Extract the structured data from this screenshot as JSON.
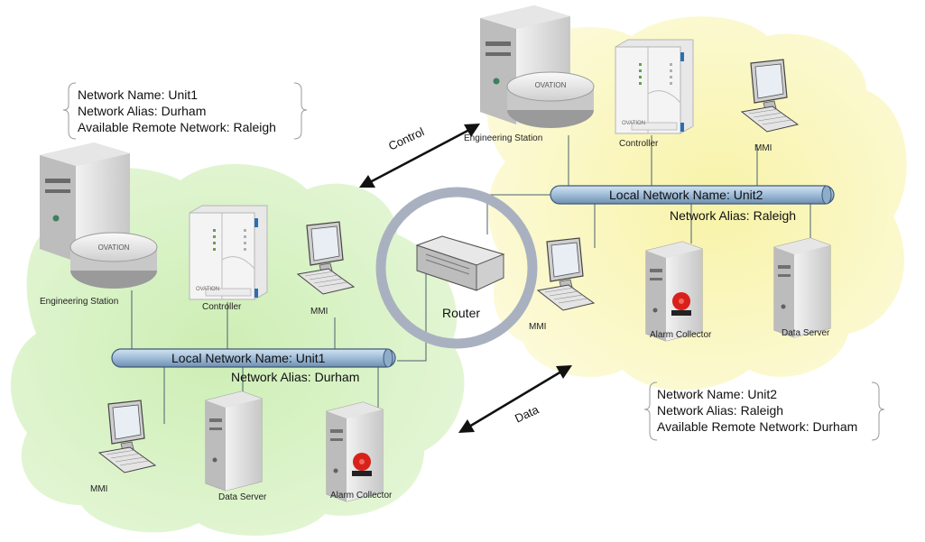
{
  "info_boxes": {
    "unit1": {
      "lines": [
        "Network Name: Unit1",
        "Network Alias: Durham",
        "Available Remote Network: Raleigh"
      ]
    },
    "unit2": {
      "lines": [
        "Network Name: Unit2",
        "Network Alias: Raleigh",
        "Available Remote Network: Durham"
      ]
    }
  },
  "networks": {
    "unit1": {
      "bus_label": "Local Network Name: Unit1",
      "alias_label": "Network Alias: Durham",
      "cloud_color": "#d8f2c4"
    },
    "unit2": {
      "bus_label": "Local Network Name: Unit2",
      "alias_label": "Network Alias: Raleigh",
      "cloud_color": "#fbf7c4"
    }
  },
  "devices": {
    "unit1": {
      "engineering_station": "Engineering Station",
      "controller": "Controller",
      "mmi_top": "MMI",
      "mmi_bottom": "MMI",
      "data_server": "Data Server",
      "alarm_collector": "Alarm Collector"
    },
    "unit2": {
      "engineering_station": "Engineering Station",
      "controller": "Controller",
      "mmi_top": "MMI",
      "mmi_bottom": "MMI",
      "data_server": "Data Server",
      "alarm_collector": "Alarm Collector"
    }
  },
  "device_badge": "OVATION",
  "router": {
    "label": "Router",
    "ring_color": "#a9b1c1"
  },
  "arrows": {
    "control": "Control",
    "data": "Data"
  },
  "colors": {
    "bus_fill": "#a9c2dc",
    "bus_stroke": "#3c5a7a",
    "link": "#4a6070"
  }
}
